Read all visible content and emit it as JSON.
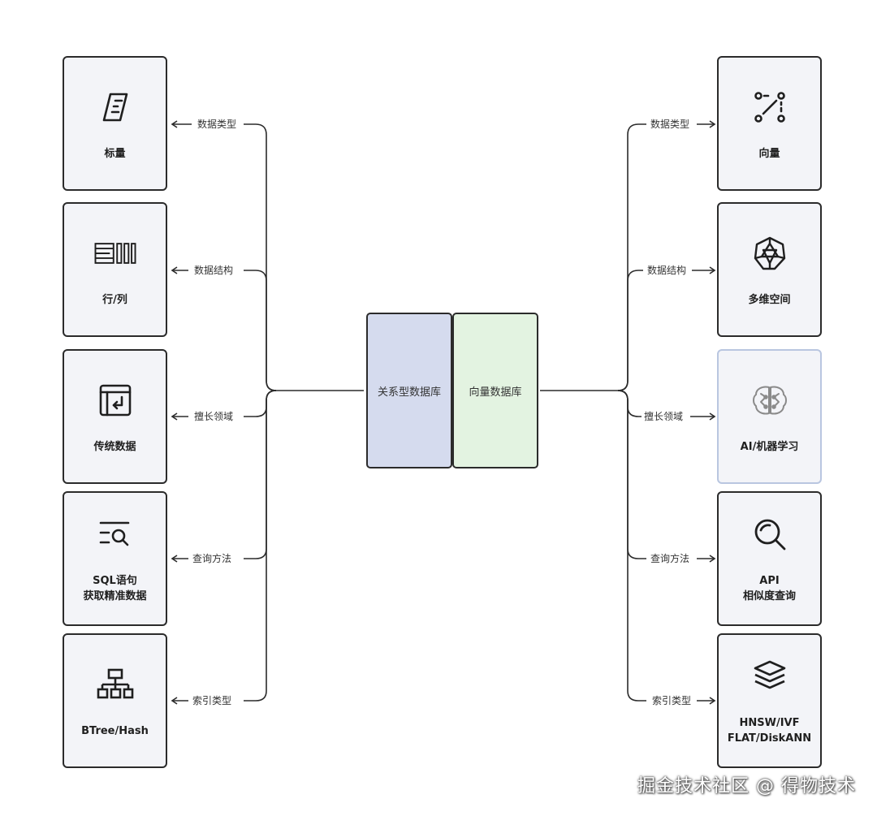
{
  "center": {
    "relational": "关系型数据库",
    "vector": "向量数据库"
  },
  "left": {
    "nodes": [
      {
        "label": "标量",
        "icon": "ruler-icon"
      },
      {
        "label": "行/列",
        "icon": "rows-columns-icon"
      },
      {
        "label": "传统数据",
        "icon": "table-return-icon"
      },
      {
        "label": "SQL语句\n获取精准数据",
        "icon": "list-search-icon"
      },
      {
        "label": "BTree/Hash",
        "icon": "hierarchy-icon"
      }
    ],
    "edges": [
      "数据类型",
      "数据结构",
      "擅长领域",
      "查询方法",
      "索引类型"
    ]
  },
  "right": {
    "nodes": [
      {
        "label": "向量",
        "icon": "vector-points-icon"
      },
      {
        "label": "多维空间",
        "icon": "polyhedron-icon"
      },
      {
        "label": "AI/机器学习",
        "icon": "brain-icon"
      },
      {
        "label": "API\n相似度查询",
        "icon": "magnifier-icon"
      },
      {
        "label": "HNSW/IVF\nFLAT/DiskANN",
        "icon": "layers-icon"
      }
    ],
    "edges": [
      "数据类型",
      "数据结构",
      "擅长领域",
      "查询方法",
      "索引类型"
    ]
  },
  "watermark": "掘金技术社区 @ 得物技术",
  "colors": {
    "relational_fill": "#d5dbee",
    "vector_fill": "#e3f3e1",
    "card_fill": "#f3f4f8",
    "selected_border": "#b9c6e0",
    "stroke": "#2b2b2b"
  }
}
